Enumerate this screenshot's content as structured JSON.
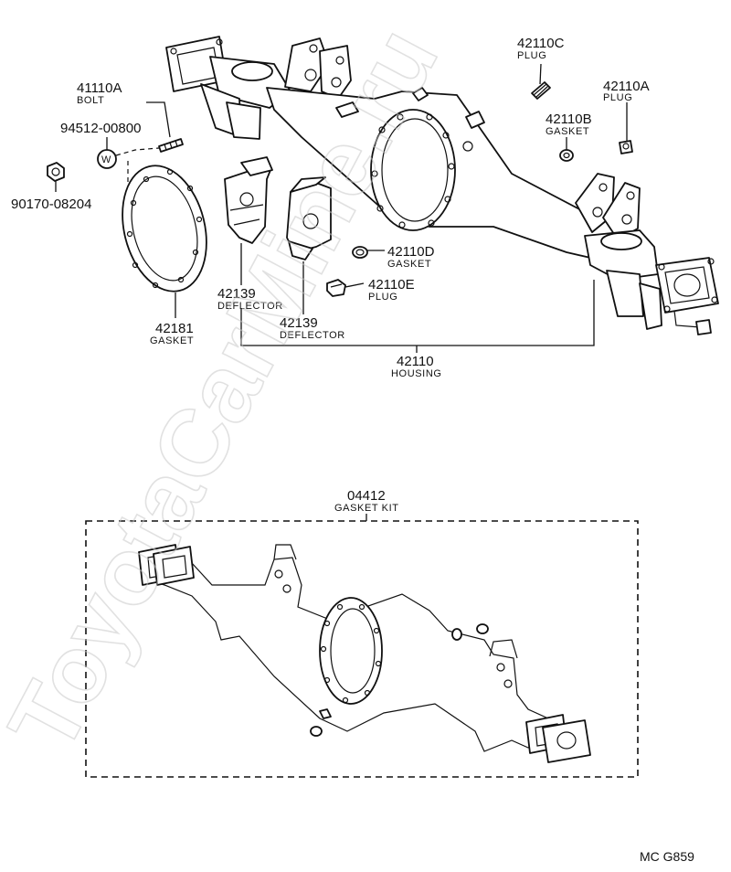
{
  "watermark": "ToyotaCarMine.ru",
  "diagram_code": "MC G859",
  "parts": {
    "plug_42110C": {
      "number": "42110C",
      "name": "PLUG"
    },
    "plug_42110A": {
      "number": "42110A",
      "name": "PLUG"
    },
    "bolt_41110A": {
      "number": "41110A",
      "name": "BOLT"
    },
    "washer_94512": {
      "number": "94512-00800",
      "symbol": "W"
    },
    "gasket_42110B": {
      "number": "42110B",
      "name": "GASKET"
    },
    "nut_90170": {
      "number": "90170-08204"
    },
    "gasket_42110D": {
      "number": "42110D",
      "name": "GASKET"
    },
    "plug_42110E": {
      "number": "42110E",
      "name": "PLUG"
    },
    "deflector_1": {
      "number": "42139",
      "name": "DEFLECTOR"
    },
    "deflector_2": {
      "number": "42139",
      "name": "DEFLECTOR"
    },
    "gasket_42181": {
      "number": "42181",
      "name": "GASKET"
    },
    "housing_42110": {
      "number": "42110",
      "name": "HOUSING"
    },
    "kit_04412": {
      "number": "04412",
      "name": "GASKET KIT"
    }
  }
}
